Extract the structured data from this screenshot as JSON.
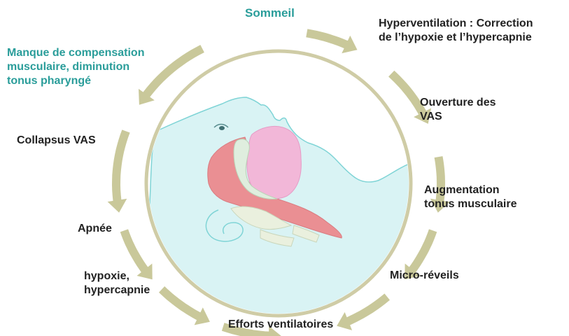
{
  "colors": {
    "arrow": "#c9c89a",
    "circle": "#cfcca6",
    "teal_text": "#2a9d9a",
    "head_fill": "#d9f3f4",
    "head_outline": "#7fd4d6",
    "airway": "#ea8f93",
    "tongue": "#f2b7d8"
  },
  "cycle": {
    "title": "Sommeil",
    "steps": [
      {
        "lines": [
          "Hyperventilation : Correction",
          "de l’hypoxie et l’hypercapnie"
        ]
      },
      {
        "lines": [
          "Ouverture des",
          "VAS"
        ]
      },
      {
        "lines": [
          "Augmentation",
          "tonus musculaire"
        ]
      },
      {
        "lines": [
          "Micro-réveils"
        ]
      },
      {
        "lines": [
          "Efforts ventilatoires"
        ]
      },
      {
        "lines": [
          "hypoxie,",
          "hypercapnie"
        ]
      },
      {
        "lines": [
          "Apnée"
        ]
      },
      {
        "lines": [
          "Collapsus VAS"
        ]
      },
      {
        "lines": [
          "Manque de compensation",
          "musculaire, diminution",
          "tonus pharyngé"
        ]
      }
    ]
  },
  "illustration": {
    "icon": "head-airway-illustration"
  }
}
